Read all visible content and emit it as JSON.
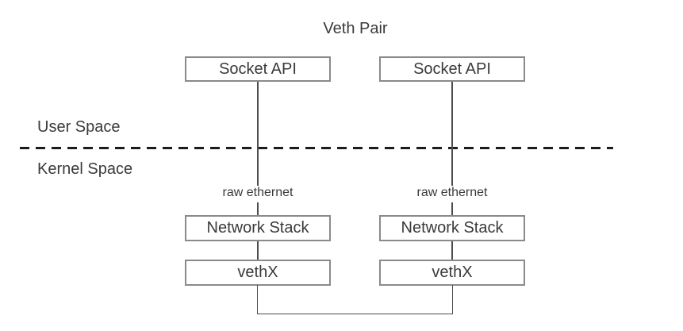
{
  "diagram": {
    "title": "Veth Pair",
    "user_space_label": "User Space",
    "kernel_space_label": "Kernel Space",
    "columns": [
      {
        "socket_api_label": "Socket API",
        "raw_ethernet_label": "raw ethernet",
        "network_stack_label": "Network Stack",
        "veth_label": "vethX"
      },
      {
        "socket_api_label": "Socket API",
        "raw_ethernet_label": "raw ethernet",
        "network_stack_label": "Network Stack",
        "veth_label": "vethX"
      }
    ],
    "colors": {
      "background": "#ffffff",
      "box_border": "#8a8a8a",
      "box_fill": "#ffffff",
      "text": "#3a3a3a",
      "connector_line": "#4d4d4d",
      "divider_line": "#1c1c1c"
    }
  }
}
